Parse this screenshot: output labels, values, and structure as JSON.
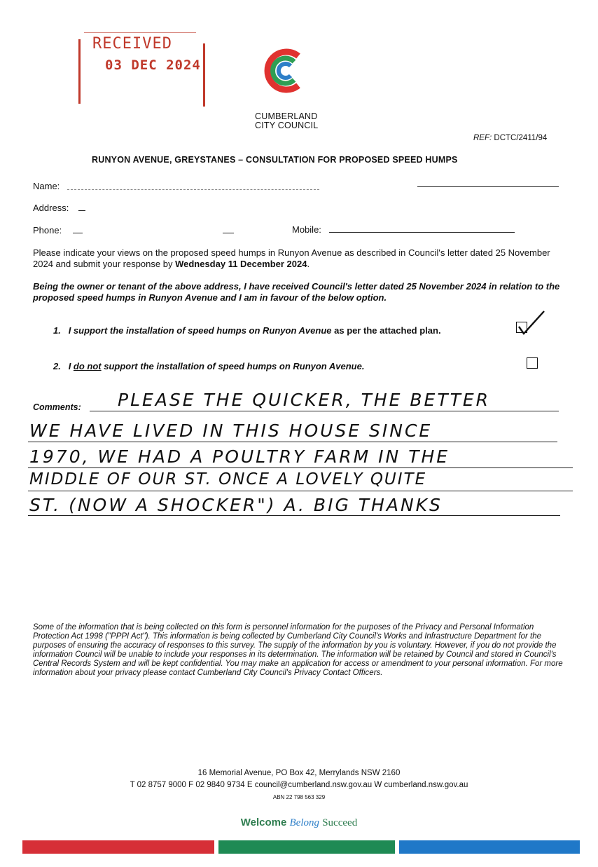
{
  "stamp": {
    "received": "RECEIVED",
    "date": "03 DEC 2024"
  },
  "org": {
    "line1": "CUMBERLAND",
    "line2": "CITY COUNCIL"
  },
  "ref": {
    "label": "REF:",
    "value": "DCTC/2411/94"
  },
  "title": "RUNYON AVENUE, GREYSTANES – CONSULTATION FOR PROPOSED SPEED HUMPS",
  "fields": {
    "name_label": "Name:",
    "address_label": "Address:",
    "phone_label": "Phone:",
    "mobile_label": "Mobile:"
  },
  "intro": {
    "text": "Please indicate your views on the proposed speed humps in Runyon Avenue as described in Council's letter dated 25 November 2024 and submit your response by ",
    "deadline": "Wednesday 11 December 2024",
    "end": "."
  },
  "declaration": "Being the owner or tenant of the above address, I have received Council's letter dated 25 November 2024 in relation to the proposed speed humps in Runyon Avenue and I am in favour of the below option.",
  "options": [
    {
      "number": "1.",
      "text_a": "I support the installation of speed humps on Runyon Avenue",
      "text_b": " as per the attached plan.",
      "checked": true
    },
    {
      "number": "2.",
      "text_pre": "I ",
      "text_underline": "do not",
      "text_post": " support the installation of speed humps on Runyon Avenue.",
      "checked": false
    }
  ],
  "comments": {
    "label": "Comments:",
    "lines": [
      "PLEASE  THE QUICKER, THE BETTER",
      "WE HAVE LIVED IN THIS HOUSE SINCE",
      "1970, WE HAD A POULTRY FARM IN THE",
      "MIDDLE OF OUR ST. ONCE A LOVELY QUITE",
      "ST. (NOW A SHOCKER\") A. BIG THANKS"
    ]
  },
  "privacy": "Some of the information that is being collected on this form is personnel information for the purposes of the Privacy and Personal Information Protection Act 1998 (\"PPPI Act\"). This information is being collected by Cumberland City Council's Works and Infrastructure Department for the purposes of ensuring the accuracy of responses to this survey. The supply of the information by you is voluntary. However, if you do not provide the information Council will be unable to include your responses in its determination. The information will be retained by Council and stored in Council's Central Records System and will be kept confidential. You may make an application for access or amendment to your personal information. For more information about your privacy please contact Cumberland City Council's Privacy Contact Officers.",
  "footer": {
    "address": "16 Memorial Avenue, PO Box 42, Merrylands NSW 2160",
    "contacts": "T 02 8757 9000   F 02 9840 9734   E council@cumberland.nsw.gov.au   W cumberland.nsw.gov.au",
    "abn": "ABN 22 798 563 329"
  },
  "tagline": {
    "welcome": "Welcome",
    "belong": "Belong",
    "succeed": "Succeed"
  },
  "colors": {
    "stamp_red": "#c0392b",
    "bar_red": "#d62f37",
    "bar_green": "#1e8a54",
    "bar_blue": "#1f78c8",
    "tagline_green": "#2e7d4f",
    "logo_red": "#e0322f",
    "logo_green": "#2e9e54",
    "logo_blue": "#2e7fc8"
  }
}
